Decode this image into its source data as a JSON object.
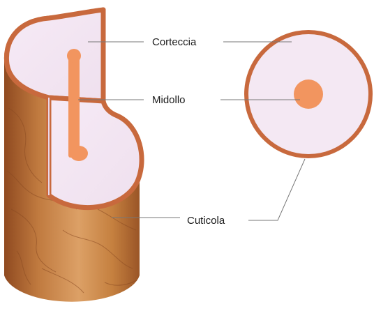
{
  "labels": {
    "cortex": "Corteccia",
    "medulla": "Midollo",
    "cuticle": "Cuticola"
  },
  "colors": {
    "cuticle_dark": "#a8562a",
    "cuticle_light": "#d99a60",
    "cuticle_rim": "#c8693d",
    "cortex_fill": "#f3e6f2",
    "medulla_fill": "#f2955f",
    "grain": "#8a4a22"
  }
}
